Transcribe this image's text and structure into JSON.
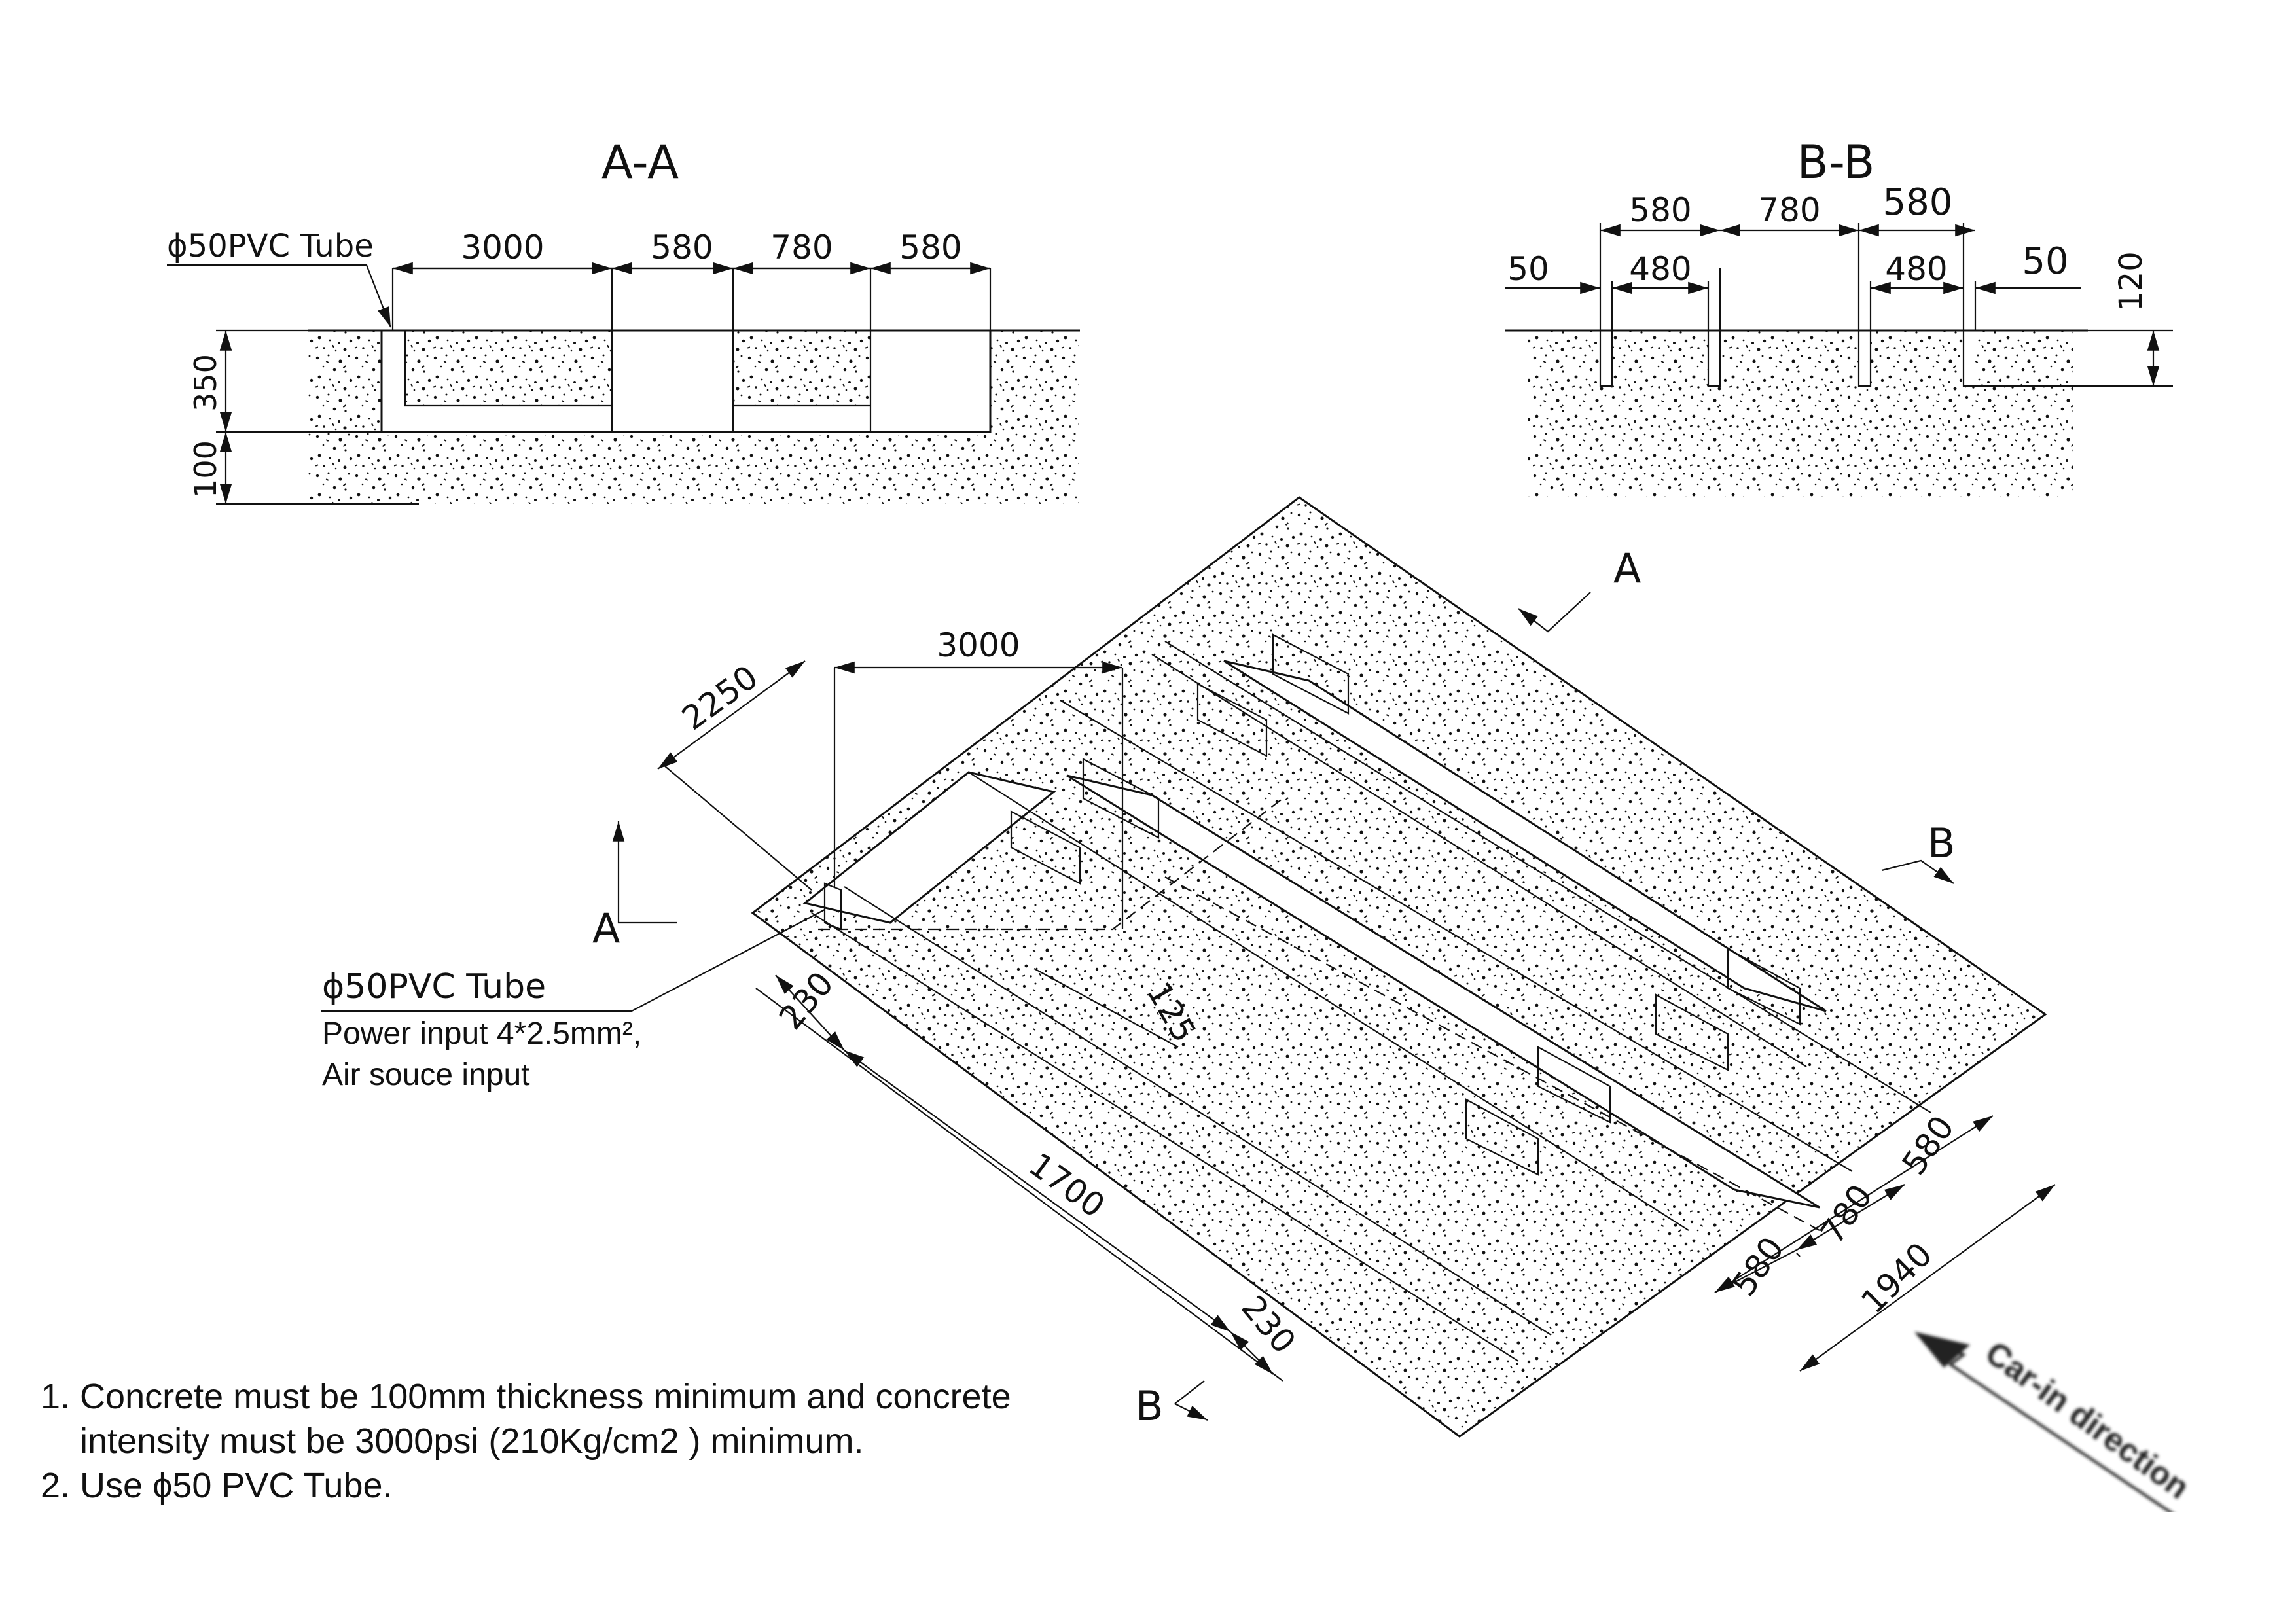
{
  "section_aa": {
    "title": "A-A",
    "tube_label": "ϕ50PVC Tube",
    "dims_top": [
      "3000",
      "580",
      "780",
      "580"
    ],
    "dims_left": [
      "350",
      "100"
    ]
  },
  "section_bb": {
    "title": "B-B",
    "dims_upper": [
      "580",
      "780",
      "580"
    ],
    "dims_lower": [
      "50",
      "480",
      "480",
      "50"
    ],
    "dim_right": "120"
  },
  "plan": {
    "dims": {
      "d3000": "3000",
      "d2250": "2250",
      "d125": "125",
      "d230a": "230",
      "d1700": "1700",
      "d230b": "230",
      "d580a": "580",
      "d780": "780",
      "d580b": "580",
      "d1940": "1940"
    },
    "section_markers": {
      "a_top": "A",
      "a_left": "A",
      "b_right": "B",
      "b_bottom": "B"
    },
    "tube_callout": {
      "title": "ϕ50PVC Tube",
      "line1": "Power input 4*2.5mm²,",
      "line2": "Air souce input"
    }
  },
  "car_in_label": "Car-in direction",
  "notes": [
    "1. Concrete must be 100mm thickness minimum and concrete",
    "    intensity must be 3000psi (210Kg/cm2 ) minimum.",
    "2. Use ϕ50 PVC Tube."
  ]
}
